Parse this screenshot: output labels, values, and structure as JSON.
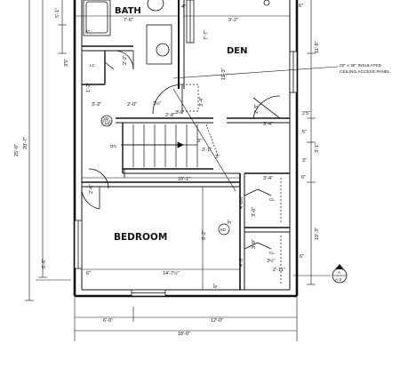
{
  "rooms": {
    "bath": "BATH",
    "den": "DEN",
    "bedroom": "BEDROOM",
    "lc": "LC",
    "cl_upper": "CL",
    "cl_lower": "CL"
  },
  "note": {
    "line1": "20\" x 30\" INSULATED",
    "line2": "CEILING ACCESS PANEL"
  },
  "stair_label": "DN",
  "symbols": {
    "sd_upper": "SD",
    "cmd": "CMD",
    "sd_lower": "SD"
  },
  "section_marker": {
    "top": "A",
    "bottom": "A-2"
  },
  "dimensions": {
    "top_bath_width": "7'-6\"",
    "top_4": "4\"",
    "top_den_width": "9'-2\"",
    "top_6": "6\"",
    "top_51": "5'-1\"",
    "bath_6": "6\"",
    "bath_22": "2'-2\"",
    "bath_35": "3'5\"",
    "den_77": "7'-7\"",
    "den_113": "11'-3\"",
    "den_119": "11'-9\"",
    "lc_12": "1'-2\"",
    "lc_33": "3'-3\"",
    "hall_20": "2'-0\"",
    "hall_35": "3½\"",
    "hall_28": "2'-8\"",
    "hall_34": "3'-4\"",
    "hall_35b": "3½\"",
    "den_28": "2'-8\"",
    "den_25": "2'5\"",
    "stair_3": "3\"",
    "stair_31": "3'-1\"",
    "stair_3b": "3\"",
    "stair_34": "3'-4\"",
    "stair_5": "5\"",
    "stair_31b": "3'-1\"",
    "stair_3c": "3\"",
    "lr_207": "20'-7\"",
    "lr_250": "25'-0\"",
    "lr_55": "5'-5\"",
    "lr_26": "2'-6\"",
    "hall_101": "10'-1\"",
    "cl_34": "3'-4\"",
    "cl_6": "6\"",
    "cl_485": "4'-8½\"",
    "cl_30": "3'-0\"",
    "cl_3": "3\"",
    "cl_30b": "3'-0\"",
    "cl_49": "4'-9\"",
    "cl_35": "3½\"",
    "cl_211": "2'-11\"",
    "cl_6b": "6\"",
    "bed_92": "9'-2\"",
    "bed_103": "10'-3\"",
    "bed_6": "6\"",
    "bed_1475": "14'-7½\"",
    "bed_6b": "6\"",
    "bottom_60": "6'-0\"",
    "bottom_120": "12'-0\"",
    "bottom_180": "18'-0\""
  }
}
